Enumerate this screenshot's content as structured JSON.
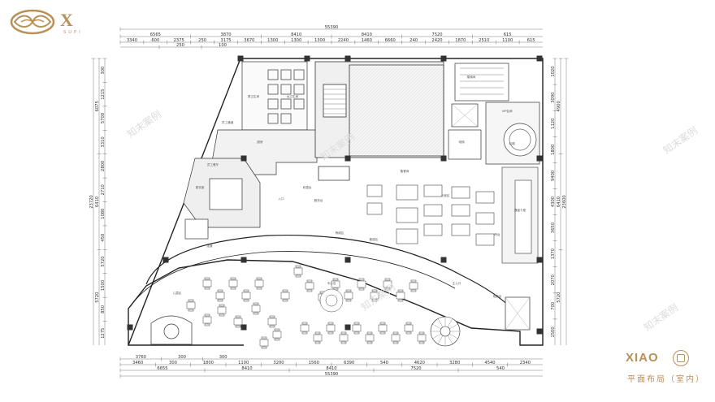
{
  "logo": {
    "name": "X",
    "sub": "SUPI"
  },
  "brand": {
    "name": "XIAO",
    "caption": "平面布局（室内）"
  },
  "watermark": "知末案例",
  "dimensions": {
    "top_total": "55390",
    "top_row1": [
      "6565",
      "3870",
      "8410",
      "8410",
      "7520",
      "615"
    ],
    "top_row2": [
      "3340",
      "600",
      "2375",
      "250",
      "3175",
      "3670",
      "1300",
      "1300",
      "1300",
      "2240",
      "1460",
      "6660",
      "240",
      "2420",
      "1870",
      "2510",
      "1100",
      "615"
    ],
    "top_row3": [
      "250",
      "100"
    ],
    "bottom_total": "55390",
    "bottom_row1": [
      "6655",
      "8410",
      "8410",
      "7520",
      "540"
    ],
    "bottom_row2": [
      "3460",
      "300",
      "1800",
      "1100",
      "3200",
      "1560",
      "6390",
      "540",
      "4620",
      "3280",
      "4540",
      "2340"
    ],
    "bottom_row3": [
      "3760",
      "300",
      "300"
    ],
    "left_total": "23720",
    "left_row1": [
      "6075",
      "6410",
      "5720"
    ],
    "left_row2": [
      "300",
      "1215",
      "5700",
      "3310",
      "2800",
      "2710",
      "1080",
      "450",
      "5720",
      "1500",
      "850",
      "1275"
    ],
    "right_total": "23600",
    "right_row1": [
      "4900",
      "6410",
      "5720"
    ],
    "right_row2": [
      "1020",
      "3090",
      "1120",
      "1800",
      "9400",
      "4300",
      "3650",
      "1370",
      "2070",
      "700",
      "1500"
    ]
  },
  "rooms": [
    "男卫生间",
    "女卫生间",
    "员工通道",
    "厨房",
    "员工餐厅",
    "更衣室",
    "收银台",
    "服务台",
    "中心岛",
    "包厢",
    "卡座区",
    "散座区",
    "吧台",
    "楼梯间",
    "电梯",
    "VIP包间",
    "备餐间",
    "等候区",
    "儿童区",
    "入口",
    "主入口",
    "走道",
    "靠窗卡座",
    "观景台"
  ]
}
